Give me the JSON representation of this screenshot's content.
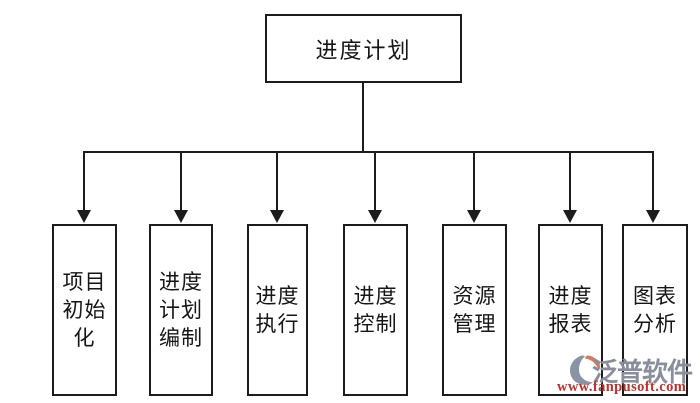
{
  "diagram": {
    "root_label": "进度计划",
    "nodes": [
      {
        "label": "项目初始化"
      },
      {
        "label": "进度计划编制"
      },
      {
        "label": "进度执行"
      },
      {
        "label": "进度控制"
      },
      {
        "label": "资源管理"
      },
      {
        "label": "进度报表"
      },
      {
        "label": "图表分析"
      }
    ]
  },
  "watermark": {
    "brand": "泛普软件",
    "url": "www.fanpusoft.com",
    "logo_icon": "fanpu-logo",
    "colors": {
      "brand_gray": "#8a8e9c",
      "url_red": "#c2322d",
      "logo_orange": "#d8795a",
      "logo_gray": "#8a93a4"
    }
  },
  "colors": {
    "line": "#1c1c1c",
    "background": "#ffffff"
  }
}
